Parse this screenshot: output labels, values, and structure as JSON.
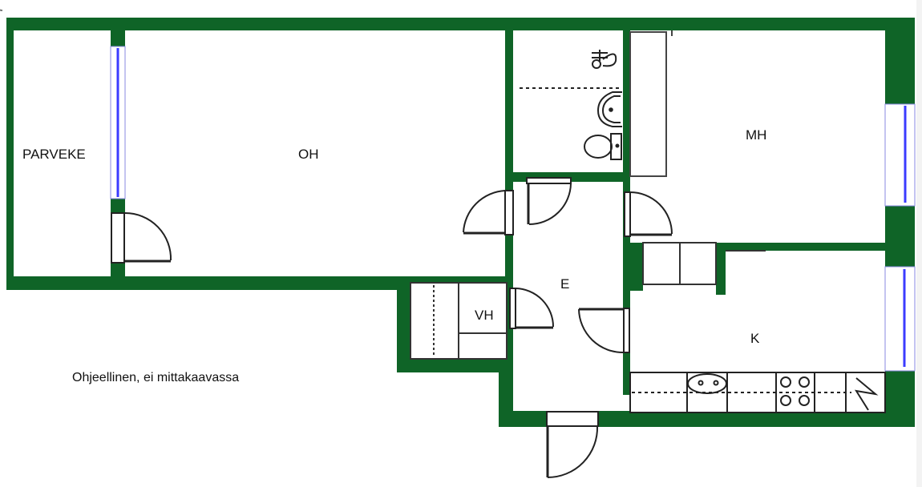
{
  "floorplan": {
    "colors": {
      "wall": "#0f6427",
      "window_glass": "#3b3bff",
      "window_frame": "#8a8ae0",
      "fixture_line": "#222222",
      "background": "#ffffff",
      "outer_background": "#f3f3f3"
    },
    "rooms": [
      {
        "id": "parveke",
        "label": "PARVEKE"
      },
      {
        "id": "oh",
        "label": "OH"
      },
      {
        "id": "mh",
        "label": "MH"
      },
      {
        "id": "e",
        "label": "E"
      },
      {
        "id": "vh",
        "label": "VH"
      },
      {
        "id": "k",
        "label": "K"
      }
    ],
    "note": "Ohjeellinen, ei mittakaavassa",
    "icons": [
      "door-swing-icon",
      "window-icon",
      "shower-icon",
      "sink-icon",
      "toilet-icon",
      "stove-icon",
      "kitchen-sink-icon",
      "fridge-icon",
      "closet-icon"
    ]
  }
}
